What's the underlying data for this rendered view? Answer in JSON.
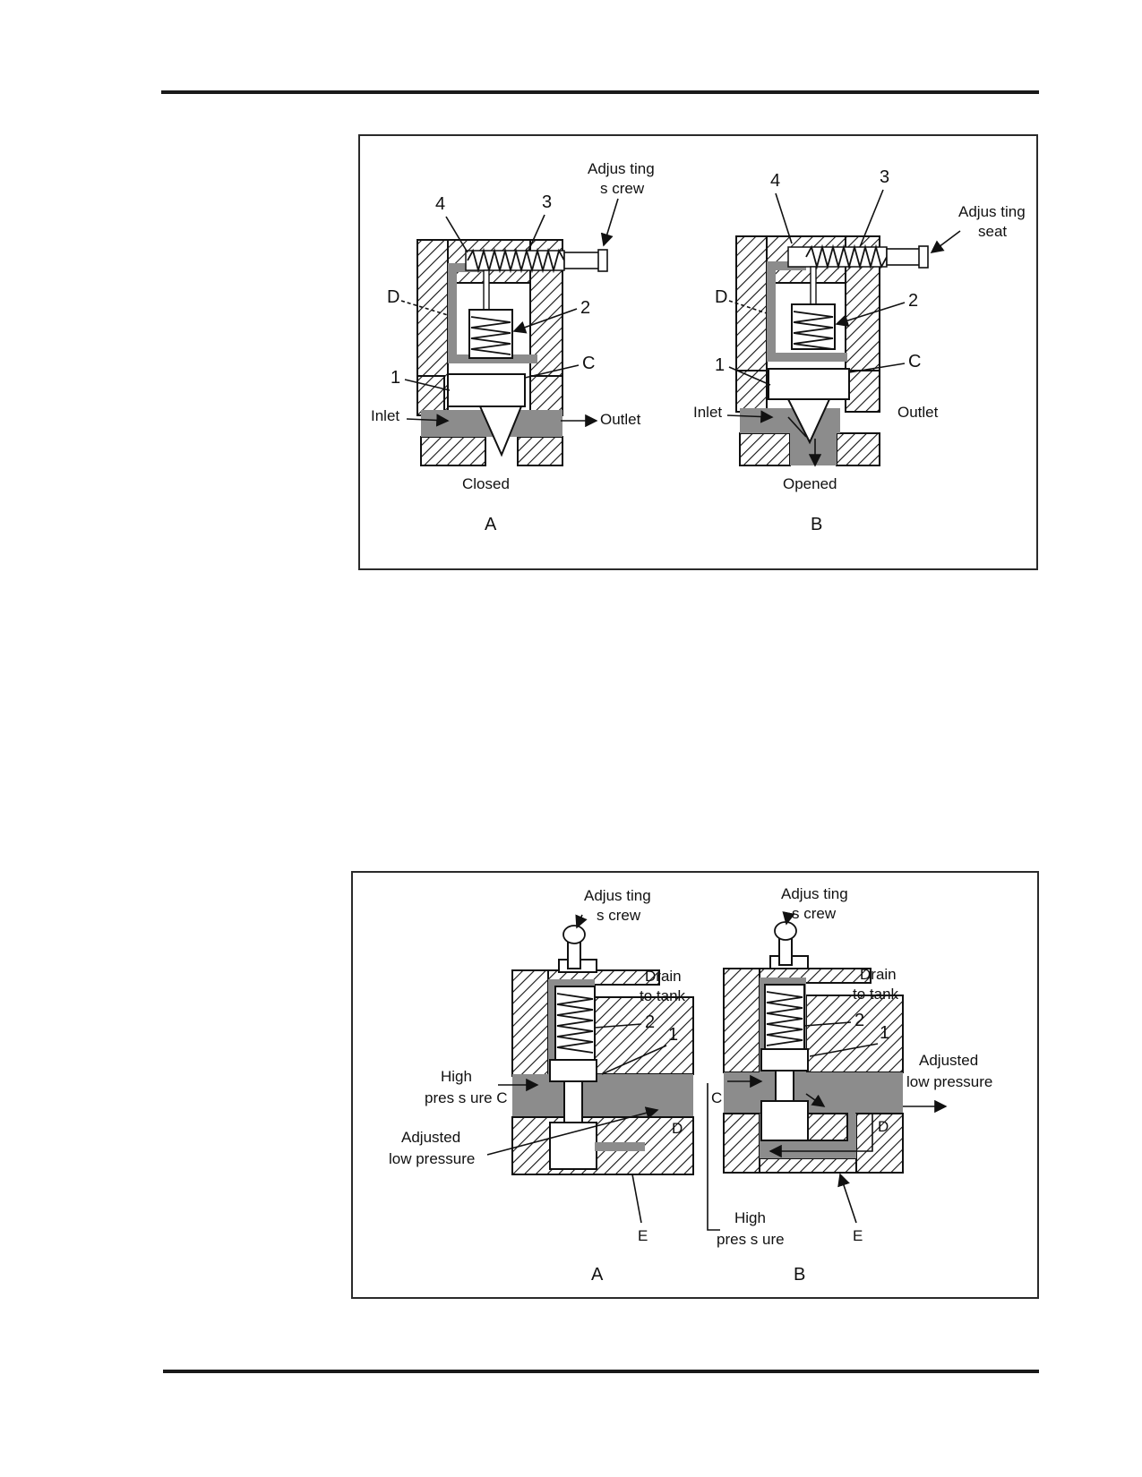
{
  "figure1": {
    "label_adjusting_screw": [
      "Adjus ting",
      "s crew"
    ],
    "label_adjusting_seat": [
      "Adjus ting",
      "seat"
    ],
    "a": {
      "n4": "4",
      "n3": "3",
      "n2": "2",
      "n1": "1",
      "D": "D",
      "C": "C",
      "inlet": "Inlet",
      "outlet": "Outlet",
      "state": "Closed",
      "panel": "A"
    },
    "b": {
      "n4": "4",
      "n3": "3",
      "n2": "2",
      "n1": "1",
      "D": "D",
      "C": "C",
      "inlet": "Inlet",
      "outlet": "Outlet",
      "state": "Opened",
      "panel": "B"
    }
  },
  "figure2": {
    "a": {
      "screw": [
        "Adjus ting",
        "s crew"
      ],
      "drain": [
        "Drain",
        "to tank"
      ],
      "n2": "2",
      "n1": "1",
      "high": [
        "High",
        "pres s ure C"
      ],
      "adjusted": [
        "Adjusted",
        "low pressure"
      ],
      "D": "D",
      "E": "E",
      "panel": "A"
    },
    "b": {
      "screw": [
        "Adjus ting",
        "s crew"
      ],
      "drain": [
        "Drain",
        "to tank"
      ],
      "n2": "2",
      "n1": "1",
      "adjusted": [
        "Adjusted",
        "low pressure"
      ],
      "C": "C",
      "D": "D",
      "E": "E",
      "high": [
        "High",
        "pres s ure"
      ],
      "panel": "B"
    }
  }
}
